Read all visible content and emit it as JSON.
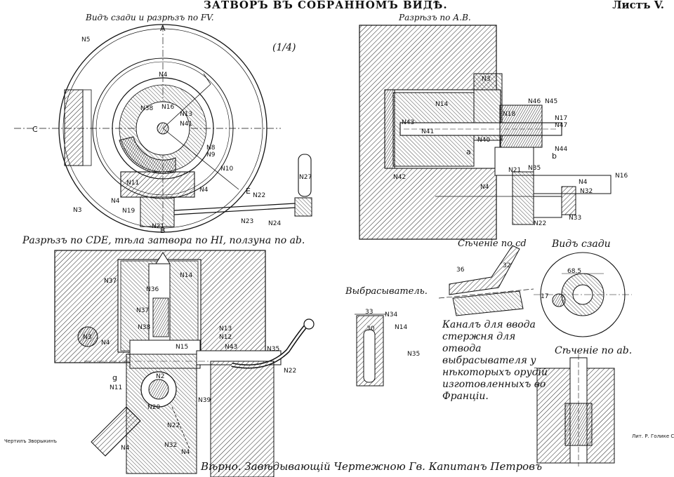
{
  "header": {
    "title": "ЗАТВОРЪ ВЪ СОБРАННОМЪ ВИДѢ.",
    "sheet": "Листъ V."
  },
  "captions": {
    "rear_view": "Видъ сзади и разрѣзъ по FV.",
    "scale": "(1/4)",
    "section_ab": "Разрѣзъ по А.В.",
    "section_cde": "Разрѣзъ по CDE, тѣла затвора по HI, ползуна по ab.",
    "ejector": "Выбрасыватель.",
    "section_cd": "Сѣченіе по cd",
    "rear_view_small": "Видъ сзади",
    "section_ab_small": "Сѣченіе по ab."
  },
  "note": "Каналъ для ввода стержня для отвода выбрасывателя у нѣкоторыхъ орудій изготовленныхъ во Франціи.",
  "labels": {
    "rear": [
      "N5",
      "N4",
      "N16",
      "N38",
      "N13",
      "N41",
      "N8",
      "N9",
      "N10",
      "N11",
      "N4",
      "N19",
      "N3",
      "N4",
      "N21",
      "N24",
      "N22",
      "N27",
      "N23",
      "C",
      "A",
      "B",
      "E"
    ],
    "ab": [
      "N14",
      "N3",
      "N45",
      "N46",
      "N43",
      "N41",
      "N17",
      "N47",
      "N18",
      "N40",
      "N44",
      "N4",
      "N42",
      "N16",
      "N32",
      "N21",
      "N33",
      "N22",
      "N35",
      "N4",
      "a",
      "b"
    ],
    "cde": [
      "N37",
      "N36",
      "N37",
      "N38",
      "N14",
      "N3",
      "N4",
      "N15",
      "N13",
      "N12",
      "N43",
      "N35",
      "N22",
      "N2",
      "N11",
      "g",
      "N20",
      "N39",
      "N22",
      "N4",
      "N32",
      "N4"
    ],
    "ejector": [
      "33",
      "N34",
      "30",
      "N14",
      "N35"
    ],
    "cd": [
      "36",
      "32",
      "68.5",
      "17"
    ]
  },
  "footer": {
    "signature": "Вѣрно. Завѣдывающій   Чертежною   Гв. Капитанъ   Петровъ",
    "draftsman": "Чертилъ Зворыкинъ",
    "printer": "Лит. Р. Голике СПБ"
  }
}
